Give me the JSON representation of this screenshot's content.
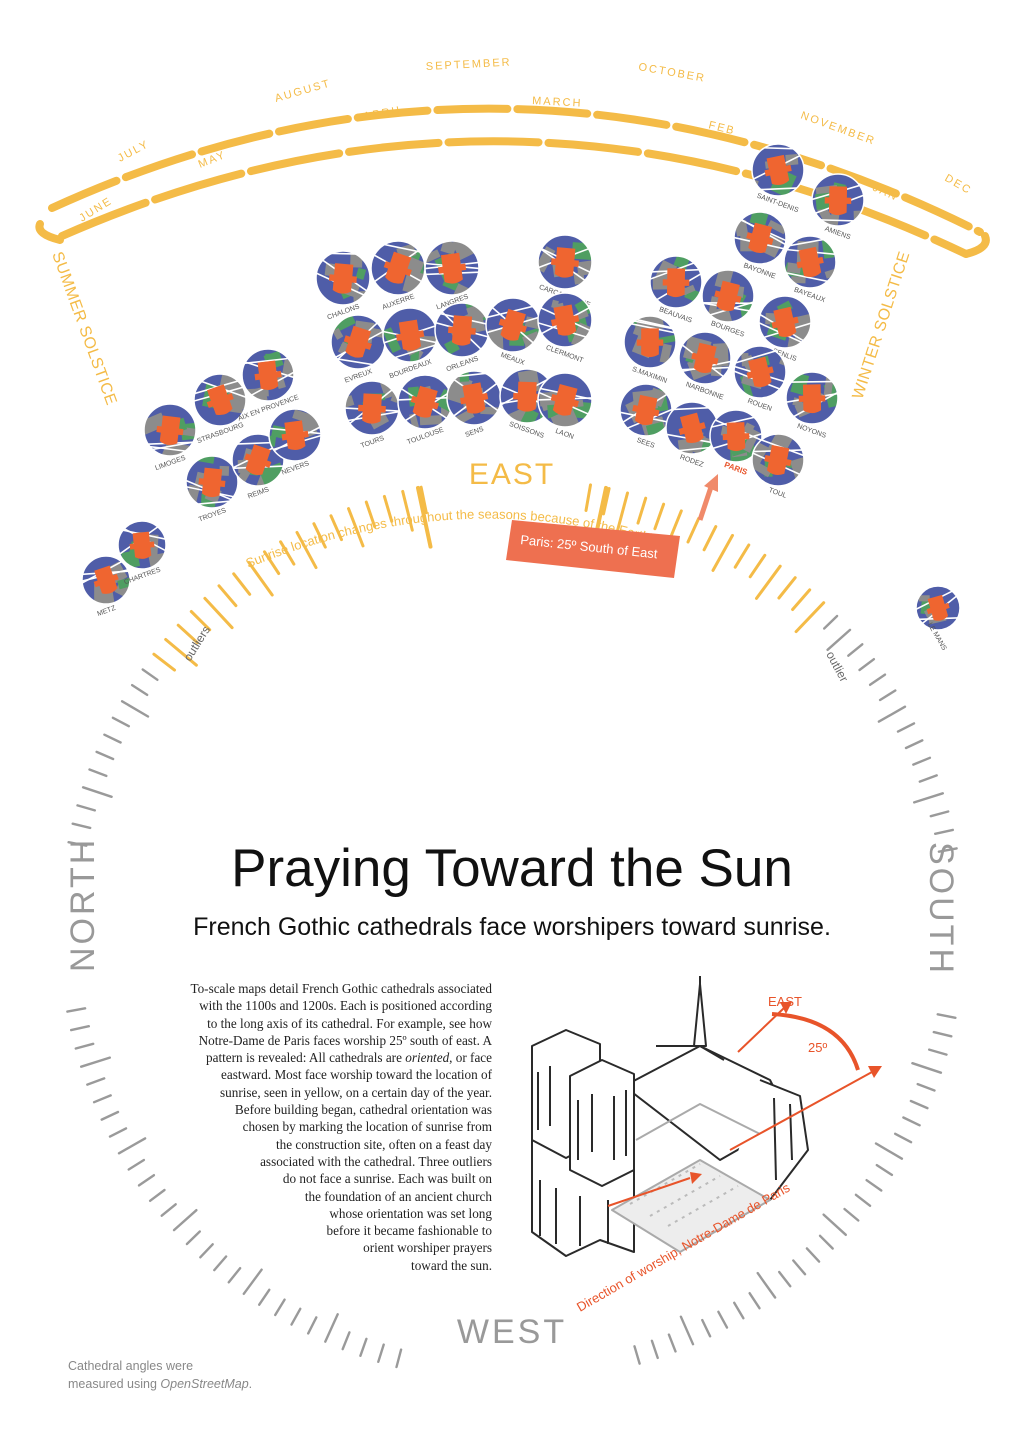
{
  "months_outer": [
    "JUNE",
    "JULY",
    "AUGUST",
    "SEPTEMBER",
    "OCTOBER",
    "NOVEMBER",
    "DEC"
  ],
  "months_inner": [
    "MAY",
    "APRIL",
    "MARCH",
    "FEB",
    "JAN"
  ],
  "solstice": {
    "summer": "SUMMER SOLSTICE",
    "winter": "WINTER SOLSTICE"
  },
  "compass": {
    "east": "EAST",
    "north": "NORTH",
    "south": "SOUTH",
    "west": "WEST"
  },
  "outlier_labels": {
    "left": "outliers",
    "right": "outlier"
  },
  "tilt_caption": "Sunrise location changes throughout the seasons because of the Earth’s tilt.",
  "paris_callout": "Paris: 25º South of East",
  "cathedrals": [
    {
      "name": "METZ",
      "group": "outlier"
    },
    {
      "name": "CHARTRES",
      "group": "outlier"
    },
    {
      "name": "LIMOGES",
      "group": "summer"
    },
    {
      "name": "STRASBOURG",
      "group": "summer"
    },
    {
      "name": "AIX EN PROVENCE",
      "group": "summer"
    },
    {
      "name": "TROYES",
      "group": "summer"
    },
    {
      "name": "REIMS",
      "group": "summer"
    },
    {
      "name": "NEVERS",
      "group": "summer"
    },
    {
      "name": "CHALONS",
      "group": "east"
    },
    {
      "name": "AUXERRE",
      "group": "east"
    },
    {
      "name": "LANGRES",
      "group": "east"
    },
    {
      "name": "CARCASSONNE",
      "group": "east"
    },
    {
      "name": "EVREUX",
      "group": "east"
    },
    {
      "name": "BOURDEAUX",
      "group": "east"
    },
    {
      "name": "ORLEANS",
      "group": "east"
    },
    {
      "name": "MEAUX",
      "group": "east"
    },
    {
      "name": "CLERMONT",
      "group": "east"
    },
    {
      "name": "TOURS",
      "group": "east"
    },
    {
      "name": "TOULOUSE",
      "group": "east"
    },
    {
      "name": "SENS",
      "group": "east"
    },
    {
      "name": "SOISSONS",
      "group": "east"
    },
    {
      "name": "LAON",
      "group": "east"
    },
    {
      "name": "SAINT-DENIS",
      "group": "winter"
    },
    {
      "name": "AMIENS",
      "group": "winter"
    },
    {
      "name": "BAYONNE",
      "group": "winter"
    },
    {
      "name": "BAYEAUX",
      "group": "winter"
    },
    {
      "name": "BEAUVAIS",
      "group": "winter"
    },
    {
      "name": "BOURGES",
      "group": "winter"
    },
    {
      "name": "SENLIS",
      "group": "winter"
    },
    {
      "name": "S.MAXIMIN",
      "group": "winter"
    },
    {
      "name": "NARBONNE",
      "group": "winter"
    },
    {
      "name": "ROUEN",
      "group": "winter"
    },
    {
      "name": "NOYONS",
      "group": "winter"
    },
    {
      "name": "SEES",
      "group": "winter"
    },
    {
      "name": "RODEZ",
      "group": "winter"
    },
    {
      "name": "PARIS",
      "group": "winter",
      "highlight": true
    },
    {
      "name": "TOUL",
      "group": "winter"
    },
    {
      "name": "LE MANS",
      "group": "outlier"
    }
  ],
  "title": "Praying Toward the Sun",
  "subtitle": "French Gothic cathedrals face worshipers toward sunrise.",
  "body_lines": [
    "To-scale maps detail French Gothic cathedrals associated",
    "with the 1100s and 1200s. Each is positioned according",
    "to the long axis of its cathedral. For example, see how",
    "Notre-Dame de Paris faces worship 25º south of east. A",
    "pattern is revealed: All cathedrals are oriented, or face",
    "eastward. Most face worship toward the location of",
    "sunrise, seen in yellow, on a certain day of the year.",
    "Before building began, cathedral orientation was",
    "chosen by marking the location of sunrise from",
    "the construction site, often on a feast day",
    "associated with the cathedral. Three outliers",
    "do not face a sunrise. Each was built on",
    "the foundation of an ancient church",
    "whose orientation was set long",
    "before it became fashionable to",
    "orient worshiper prayers",
    "toward the sun."
  ],
  "drawing": {
    "east_label": "EAST",
    "angle_label": "25º",
    "direction_label": "Direction of worship, Notre-Dame de Paris"
  },
  "credit": {
    "line1": "Cathedral angles were",
    "line2_prefix": "measured using ",
    "line2_source": "OpenStreetMap",
    "line2_suffix": "."
  },
  "colors": {
    "sun_yellow": "#f4bb47",
    "paris_orange": "#e8542a",
    "map_blue": "#4f5da8",
    "map_grey": "#8c8c8c",
    "map_green": "#4f9e62",
    "cathedral_orange": "#ef6530",
    "tick_grey": "#9a9a9a"
  }
}
